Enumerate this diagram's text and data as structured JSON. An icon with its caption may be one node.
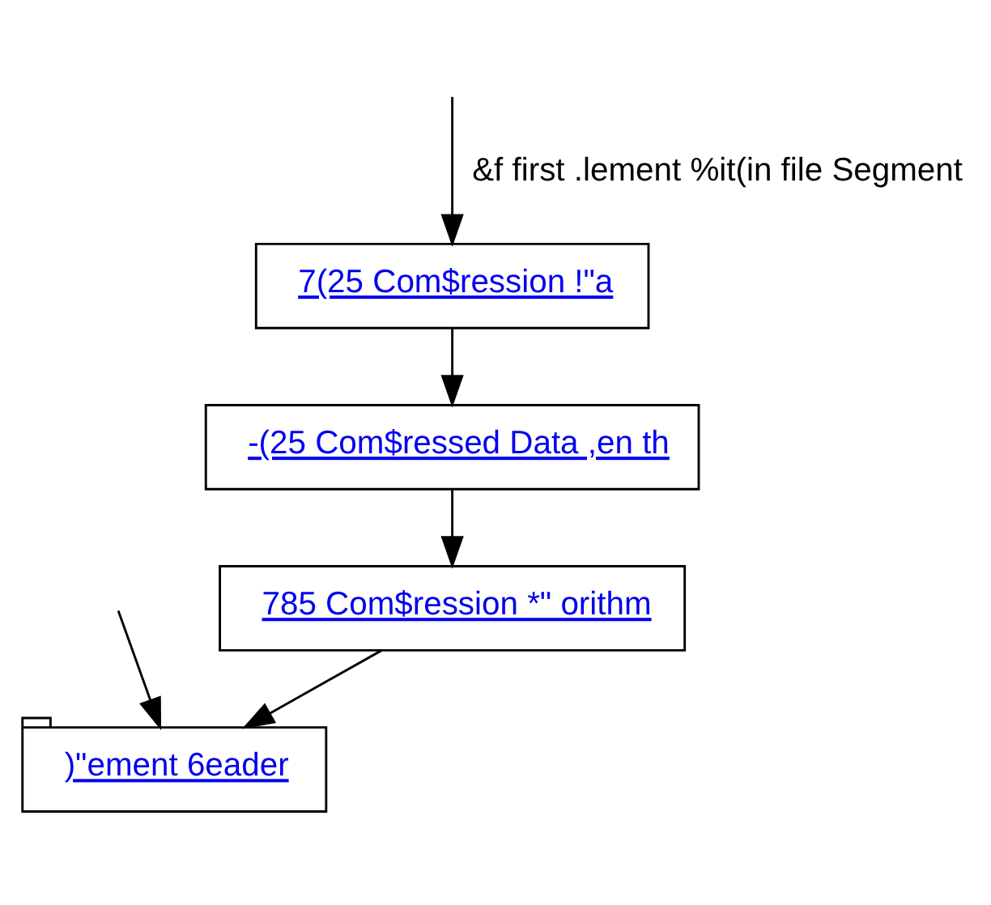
{
  "diagram": {
    "nodes": [
      {
        "text": [
          "7(25 Com$ression !\"a"
        ]
      },
      {
        "text": [
          "-(25 Com$ressed Data ,en th"
        ]
      },
      {
        "text": [
          "785 Com$ression *\" orithm"
        ]
      },
      {
        "text": [
          ")\"ement 6eader"
        ]
      }
    ],
    "edges": [
      {
        "from": null,
        "to": 3,
        "arrow": "to"
      },
      {
        "from": null,
        "to": 0,
        "arrow": "to",
        "label": "&f first .lement %it(in file Segment"
      },
      {
        "from": 0,
        "to": 1,
        "arrow": "to"
      },
      {
        "from": 1,
        "to": 2,
        "arrow": "to"
      },
      {
        "from": 2,
        "to": 3,
        "arrow": "to"
      }
    ]
  }
}
